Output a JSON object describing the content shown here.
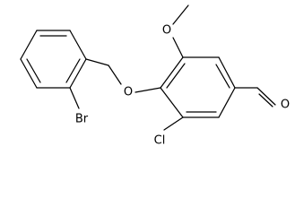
{
  "molecule": {
    "atoms": {
      "bromine": "Br",
      "ether_oxygen": "O",
      "methoxy_oxygen": "O",
      "chlorine": "Cl",
      "aldehyde_oxygen": "O"
    }
  }
}
